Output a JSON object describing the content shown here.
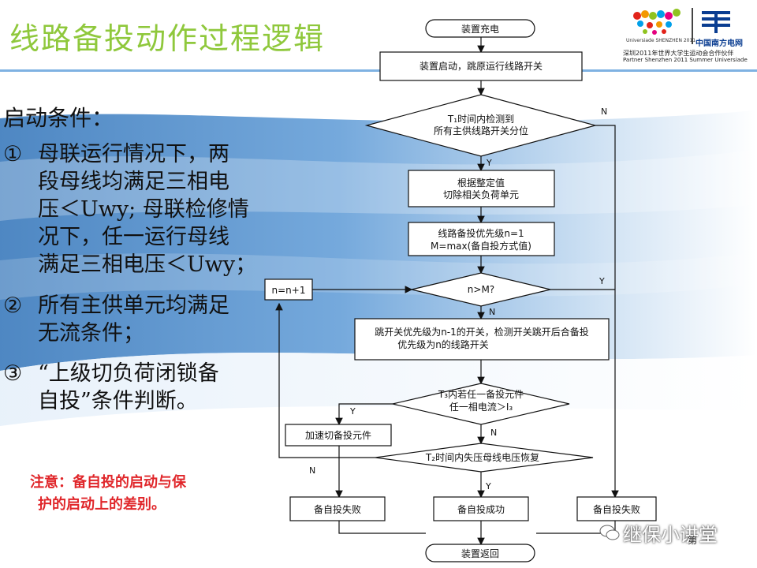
{
  "title": "线路备投动作过程逻辑",
  "logos": {
    "universiade_text": "Universiade SHENZHEN 2011",
    "csg_text": "中国南方电网",
    "partner_line1": "深圳2011年世界大学生运动会合作伙伴",
    "partner_line2": "Partner Shenzhen 2011 Summer Universiade"
  },
  "conditions": {
    "heading": "启动条件：",
    "items": [
      {
        "num": "①",
        "lines": [
          "母联运行情况下，两",
          "段母线均满足三相电",
          "压＜Uwy; 母联检修情",
          "况下，任一运行母线",
          "满足三相电压＜Uwy；"
        ]
      },
      {
        "num": "②",
        "lines": [
          "所有主供单元均满足",
          "无流条件；"
        ]
      },
      {
        "num": "③",
        "lines": [
          "“上级切负荷闭锁备",
          "自投”条件判断。"
        ]
      }
    ]
  },
  "note": {
    "line1": "注意：备自投的启动与保",
    "line2": "护的启动上的差别。"
  },
  "flowchart": {
    "start": "装置充电",
    "step1": "装置启动，跳原运行线路开关",
    "decision1": {
      "line1": "T₁时间内检测到",
      "line2": "所有主供线路开关分位"
    },
    "step2": {
      "line1": "根据整定值",
      "line2": "切除相关负荷单元"
    },
    "step3": {
      "line1": "线路备投优先级n=1",
      "line2": "M=max(备自投方式值)"
    },
    "decision2": "n>M?",
    "counter": "n=n+1",
    "step4": {
      "line1": "跳开关优先级为n-1的开关，检测开关跳开后合备投",
      "line2": "优先级为n的线路开关"
    },
    "decision3": {
      "line1": "T₃内若任一备投元件",
      "line2": "任一相电流＞I₃"
    },
    "accel": "加速切备投元件",
    "decision4": "T₂时间内失压母线电压恢复",
    "fail_left": "备自投失败",
    "success": "备自投成功",
    "fail_right": "备自投失败",
    "end": "装置返回",
    "labels": {
      "y": "Y",
      "n": "N"
    }
  },
  "watermark": "继保小讲堂",
  "page_fragment": "第"
}
